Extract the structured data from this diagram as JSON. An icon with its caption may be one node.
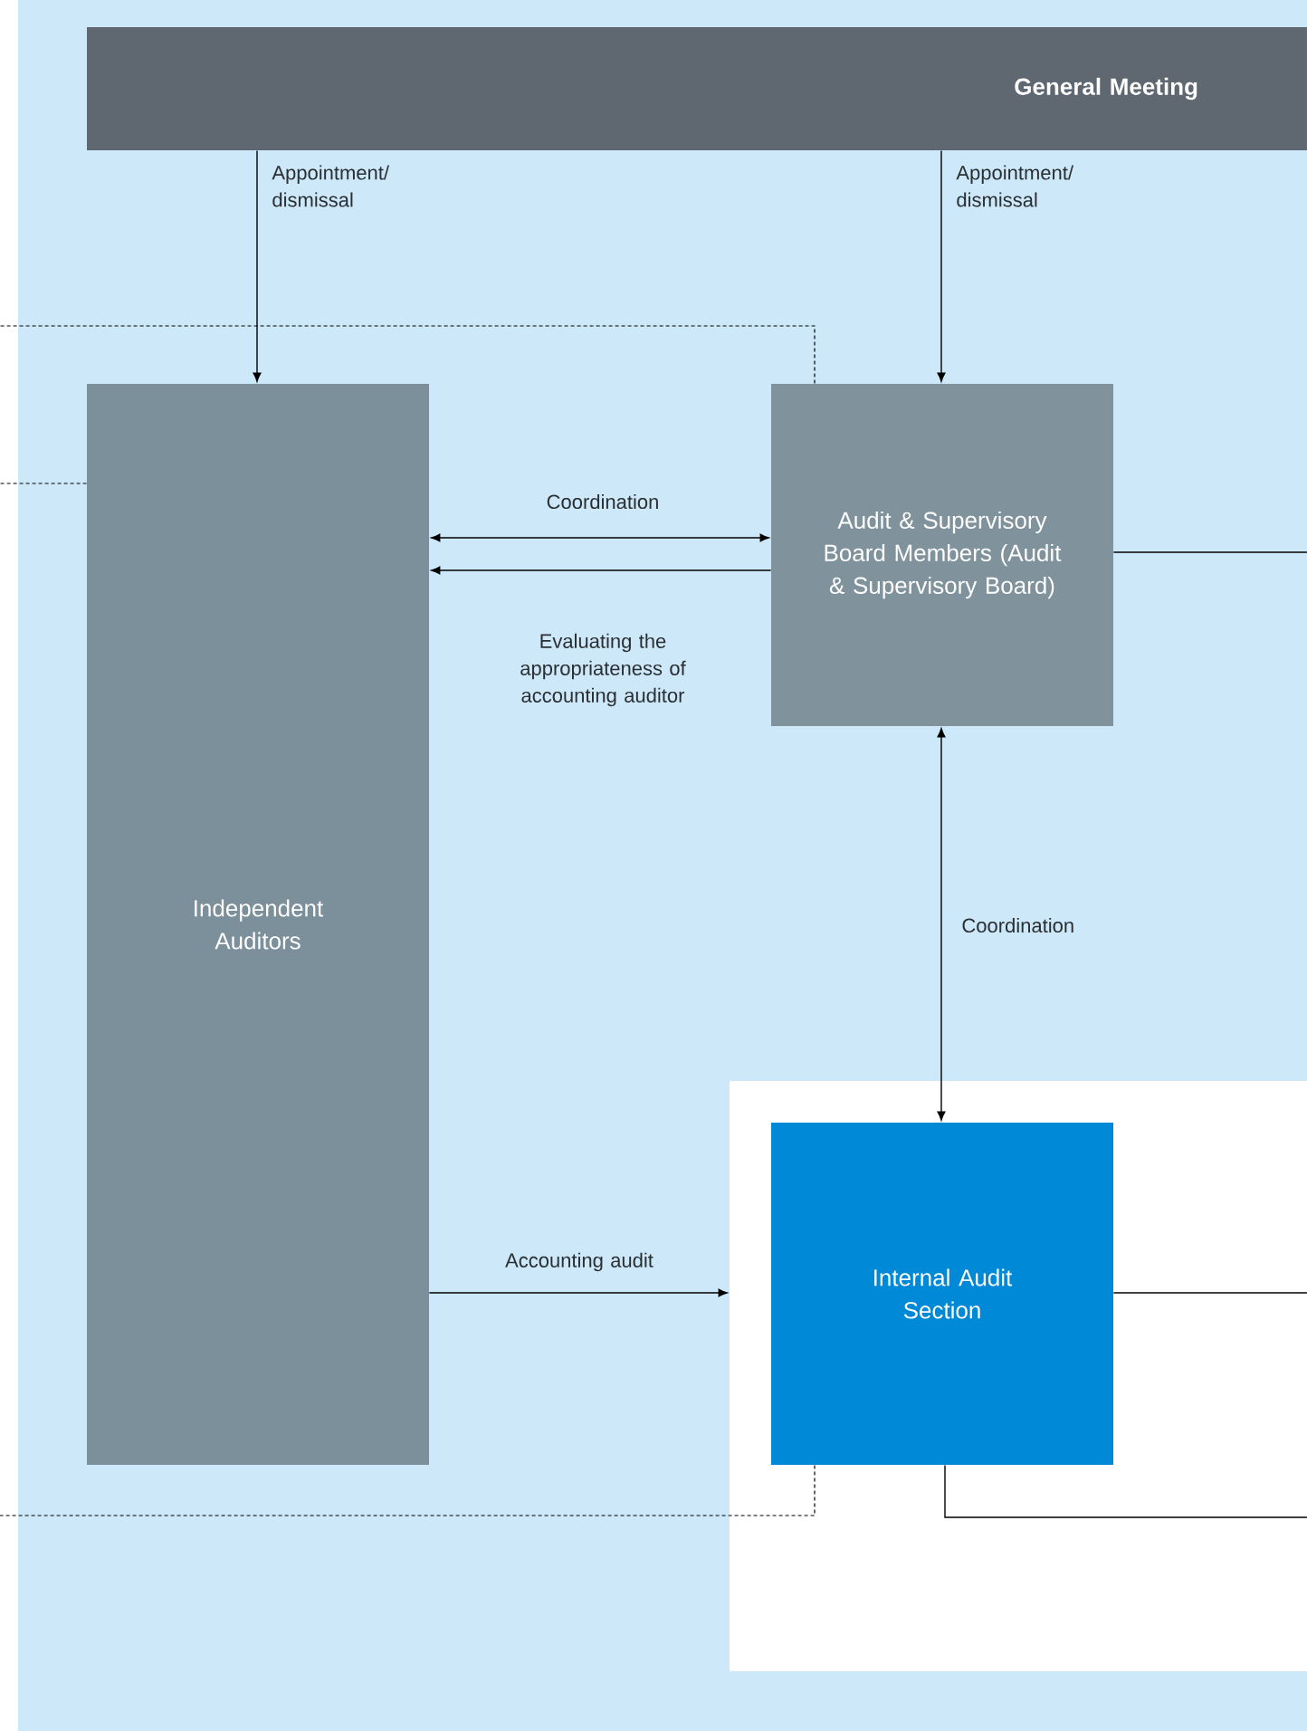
{
  "diagram": {
    "nodes": [
      {
        "text": [
          "General Meeting"
        ]
      },
      {
        "text": [
          "Independent Auditors"
        ]
      },
      {
        "text": [
          "Audit & Supervisory Board Members (Audit & Supervisory Board)"
        ]
      },
      {
        "text": [],
        "shape": "box"
      },
      {
        "text": [
          "Internal Audit Section"
        ],
        "in": 3
      }
    ],
    "edges": [
      {
        "from": 0,
        "to": 1,
        "arrow": "to",
        "label": "Appointment/ dismissal"
      },
      {
        "from": 0,
        "to": 2,
        "arrow": "to",
        "label": "Appointment/ dismissal"
      },
      {
        "from": 1,
        "to": 2,
        "arrow": "both",
        "label": "Coordination"
      },
      {
        "from": 2,
        "to": 1,
        "arrow": "to",
        "label": "Evaluating the appropriateness of accounting auditor"
      },
      {
        "from": 2,
        "to": 4,
        "arrow": "both",
        "label": "Coordination"
      },
      {
        "from": 1,
        "to": 3,
        "arrow": "to",
        "label": "Accounting audit"
      },
      {
        "from": 2,
        "to": null,
        "arrow": "none"
      },
      {
        "from": 4,
        "to": null,
        "arrow": "none"
      },
      {
        "from": 4,
        "to": null,
        "arrow": "none"
      },
      {
        "from": 2,
        "to": null,
        "arrow": "none",
        "style": "dashed"
      },
      {
        "from": 1,
        "to": null,
        "arrow": "none",
        "style": "dashed"
      },
      {
        "from": 4,
        "to": null,
        "arrow": "none",
        "style": "dashed"
      }
    ]
  }
}
